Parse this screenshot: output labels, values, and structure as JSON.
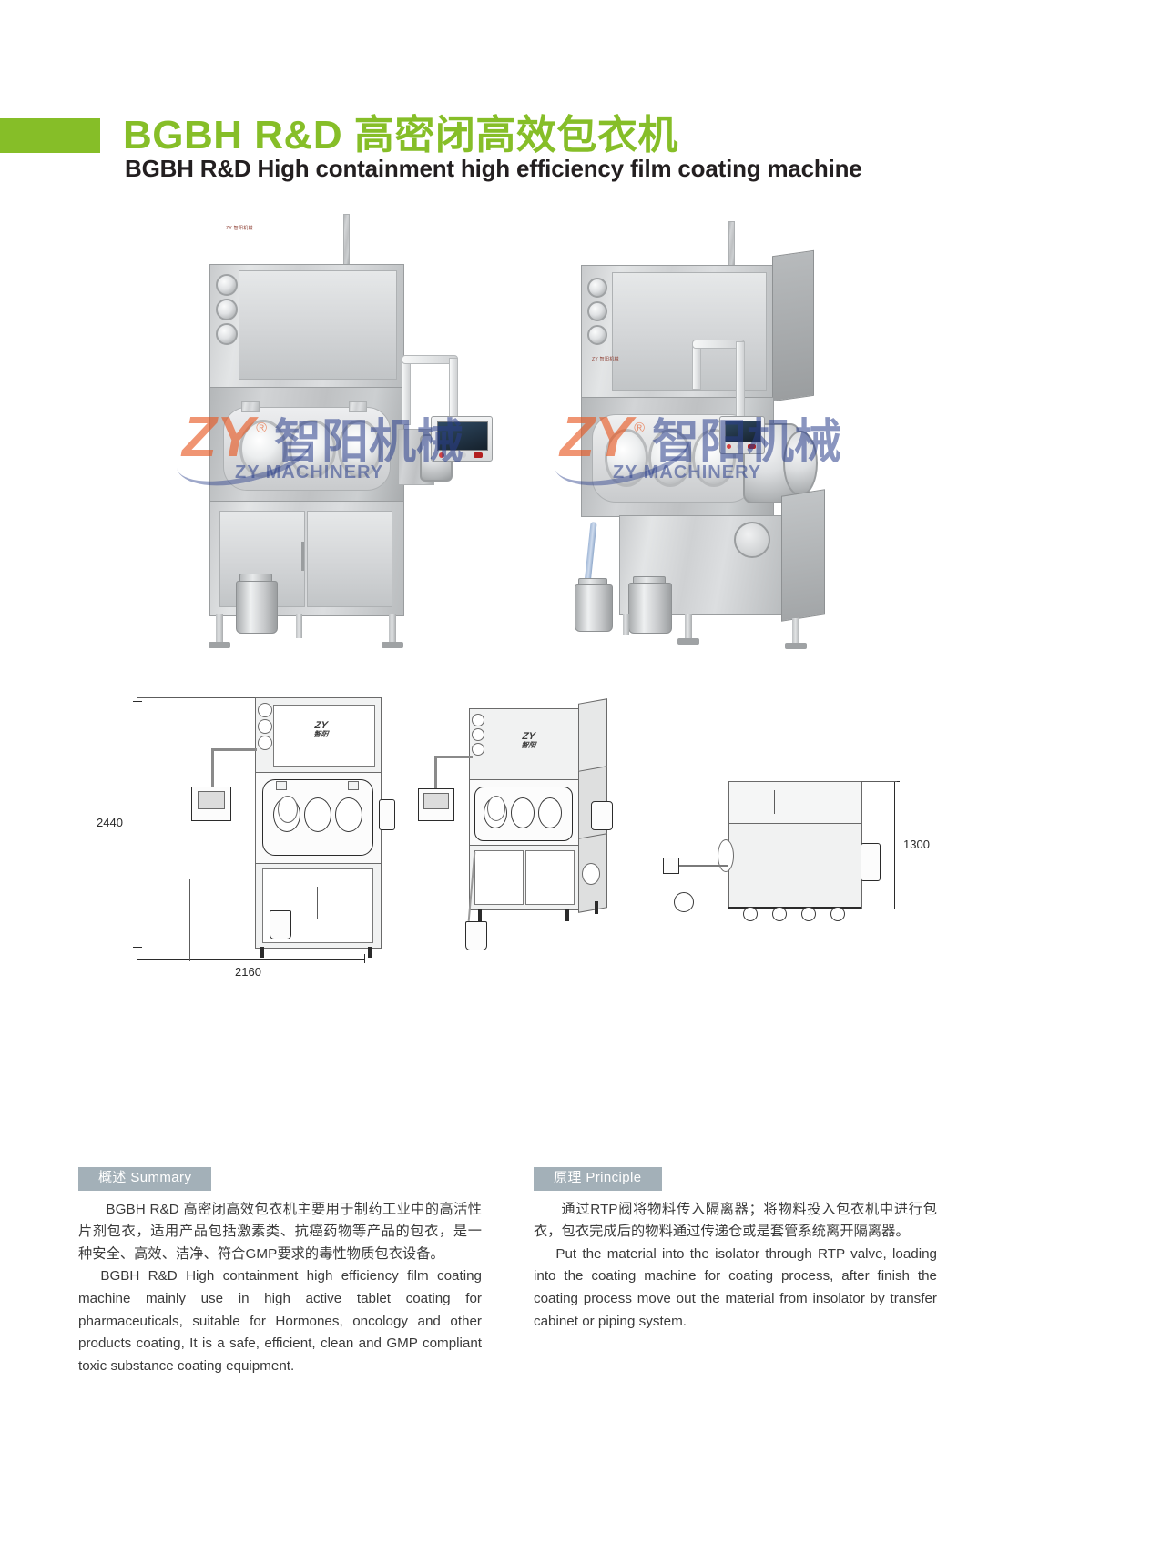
{
  "header": {
    "title_cn": "BGBH R&D 高密闭高效包衣机",
    "title_en": "BGBH R&D High containment high efficiency film coating machine",
    "accent_color": "#86be28"
  },
  "watermark": {
    "mark": "ZY",
    "registered": "®",
    "brand_cn": "智阳机械",
    "brand_en": "ZY MACHINERY",
    "mark_color": "#e8551e",
    "brand_color": "#2b3f8c"
  },
  "photos": {
    "left_label": "BGBH R&D high containment coating machine - front view",
    "right_label": "BGBH R&D high containment coating machine - angled view",
    "panel_logo_cn": "智阳机械",
    "panel_logo_mark": "ZY"
  },
  "drawings": {
    "front": {
      "name": "front-elevation-drawing",
      "height_dim": "2440",
      "width_dim": "2160",
      "logo_mark": "ZY",
      "logo_cn": "智阳"
    },
    "iso": {
      "name": "isometric-drawing",
      "logo_mark": "ZY",
      "logo_cn": "智阳"
    },
    "side": {
      "name": "side-elevation-drawing",
      "depth_dim": "1300"
    }
  },
  "sections": {
    "summary": {
      "heading": "概述 Summary",
      "cn": "BGBH  R&D  高密闭高效包衣机主要用于制药工业中的高活性片剂包衣，适用产品包括激素类、抗癌药物等产品的包衣，是一种安全、高效、洁净、符合GMP要求的毒性物质包衣设备。",
      "en": "BGBH R&D High containment high efficiency film coating machine mainly use in high active tablet coating for pharmaceuticals, suitable for Hormones, oncology and other products coating, It is a safe, efficient, clean and GMP compliant toxic substance coating equipment."
    },
    "principle": {
      "heading": "原理 Principle",
      "cn": "通过RTP阀将物料传入隔离器；将物料投入包衣机中进行包衣，包衣完成后的物料通过传递仓或是套管系统离开隔离器。",
      "en": "Put the material into the isolator through RTP valve, loading into the coating machine for coating process, after finish the coating process move out the material from insolator by transfer cabinet or piping system."
    },
    "heading_bg": "#a3b0b8"
  }
}
